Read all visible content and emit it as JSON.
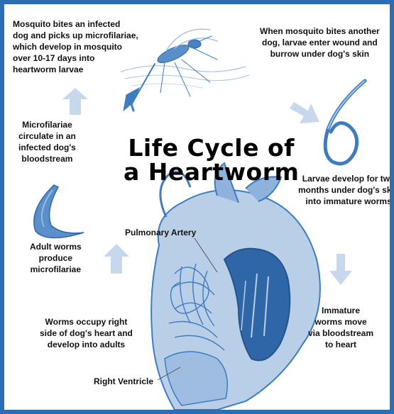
{
  "title": {
    "line1": "Life Cycle of",
    "line2": "a Heartworm"
  },
  "colors": {
    "border": "#2a6fb5",
    "illustration": "#3e7cc0",
    "illustration_light": "#a9c4e3",
    "arrow": "#c7d7ec",
    "text": "#111111"
  },
  "steps": {
    "s1": [
      "Mosquito bites an infected",
      "dog and picks up microfilariae,",
      "which develop in mosquito",
      "over 10-17 days into",
      "heartworm larvae"
    ],
    "s2": [
      "When mosquito bites another",
      "dog, larvae enter wound and",
      "burrow under dog's skin"
    ],
    "s3": [
      "Larvae develop for two",
      "months under dog's skin",
      "into immature worms"
    ],
    "s4": [
      "Immature",
      "worms move",
      "via bloodstream",
      "to heart"
    ],
    "s5": [
      "Worms occupy right",
      "side of dog's heart and",
      "develop into adults"
    ],
    "s6": [
      "Adult worms",
      "produce",
      "microfilariae"
    ],
    "s7": [
      "Microfilariae",
      "circulate in an",
      "infected dog's",
      "bloodstream"
    ]
  },
  "labels": {
    "pulmonary_artery": "Pulmonary Artery",
    "right_ventricle": "Right Ventricle"
  }
}
